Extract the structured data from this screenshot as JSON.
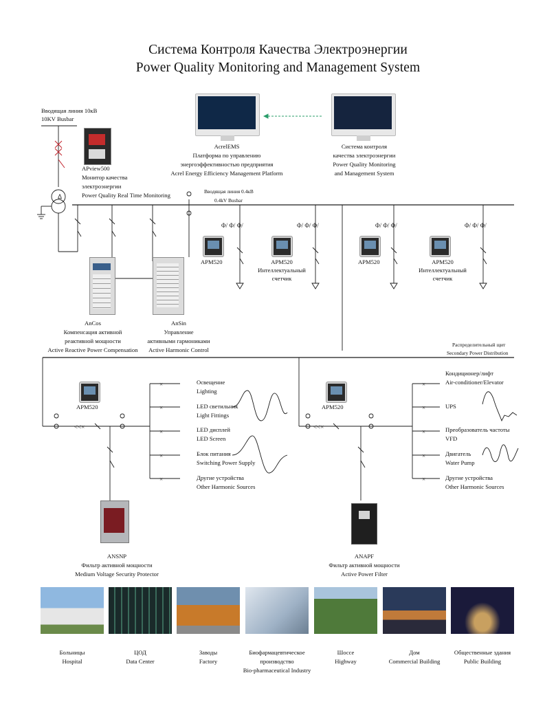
{
  "title": {
    "ru": "Система Контроля Качества Электроэнергии",
    "en": "Power Quality Monitoring and Management System"
  },
  "incoming_10kv": {
    "ru": "Вводящая линия 10кВ",
    "en": "10KV Busbar"
  },
  "apview": {
    "name": "APview500",
    "ru1": "Монитор качества",
    "ru2": "электроэнергии",
    "en": "Power Quality Real Time Monitoring"
  },
  "acrelems": {
    "name": "AcrelEMS",
    "ru1": "Платформа по управлению",
    "ru2": "энергоэффективностью предприятия",
    "en": "Acrel Energy Efficiency Management Platform"
  },
  "pqms": {
    "ru1": "Система контроля",
    "ru2": "качества электроэнергии",
    "en1": "Power Quality Monitoring",
    "en2": "and Management System"
  },
  "busbar_04": {
    "ru": "Вводящая линия 0.4кВ",
    "en": "0.4kV Busbar"
  },
  "apm_label": "APM520",
  "smart_meter": {
    "ru1": "Интеллектуальный",
    "ru2": "счетчик"
  },
  "ancos": {
    "name": "AnCos",
    "ru1": "Компенсация активной",
    "ru2": "реактивной мощности",
    "en": "Active Reactive Power Compensation"
  },
  "ansin": {
    "name": "AnSin",
    "ru1": "Управление",
    "ru2": "активными гармониками",
    "en": "Active Harmonic Control"
  },
  "secondary": {
    "ru": "Распределительный щит",
    "en": "Secondary Power Distribution"
  },
  "left_loads": [
    {
      "ru": "Освещение",
      "en": "Lighting"
    },
    {
      "ru": "LED светильник",
      "en": "Light Fittings"
    },
    {
      "ru": "LED дисплей",
      "en": "LED Screen"
    },
    {
      "ru": "Блок питания",
      "en": "Switching Power Supply"
    },
    {
      "ru": "Другие устройства",
      "en": "Other Harmonic Sources"
    }
  ],
  "right_loads": [
    {
      "ru": "Кондиционер/лифт",
      "en": "Air-conditioner/Elevator"
    },
    {
      "ru": "",
      "en": "UPS"
    },
    {
      "ru": "Преобразователь частоты",
      "en": "VFD"
    },
    {
      "ru": "Двигатель",
      "en": "Water Pump"
    },
    {
      "ru": "Другие устройства",
      "en": "Other Harmonic Sources"
    }
  ],
  "ansnp": {
    "name": "ANSNP",
    "ru": "Фильтр активной мощности",
    "en": "Medium Voltage Security Protector"
  },
  "anapf": {
    "name": "ANAPF",
    "ru": "Фильтр активной мощности",
    "en": "Active Power Filter"
  },
  "applications": [
    {
      "ru": "Больницы",
      "en": "Hospital",
      "icon": "hospital-photo"
    },
    {
      "ru": "ЦОД",
      "en": "Data Center",
      "icon": "data-center-photo"
    },
    {
      "ru": "Заводы",
      "en": "Factory",
      "icon": "factory-photo"
    },
    {
      "ru": "Биофармацевтическое",
      "ru2": "производство",
      "en": "Bio-pharmaceutical Industry",
      "icon": "pharma-photo"
    },
    {
      "ru": "Шоссе",
      "en": "Highway",
      "icon": "highway-photo"
    },
    {
      "ru": "Дом",
      "en": "Commercial Building",
      "icon": "commercial-building-photo"
    },
    {
      "ru": "Общественные здания",
      "en": "Public Building",
      "icon": "public-building-photo"
    }
  ],
  "colors": {
    "line": "#1a1a1a",
    "breaker": "#c0202a",
    "screen": "#0f2847",
    "arrow": "#2a9d6a"
  }
}
